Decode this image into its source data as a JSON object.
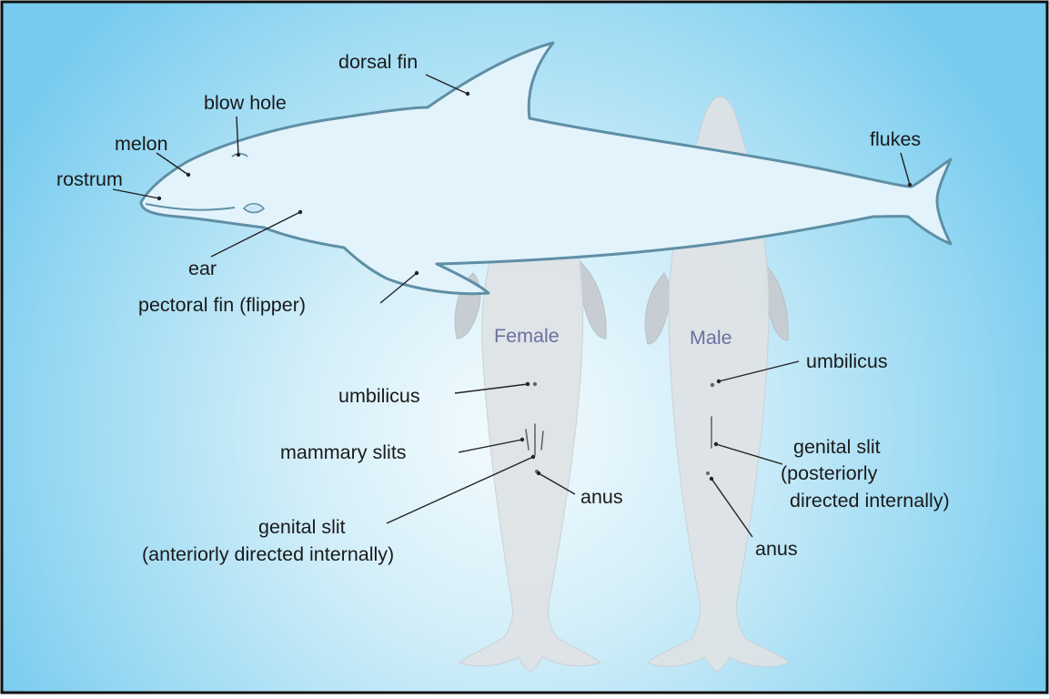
{
  "colors": {
    "background_center": "#f4fbfe",
    "background_edge": "#77cbee",
    "dolphin_side_fill": "#e3f3fb",
    "dolphin_side_outline": "#5f8fa6",
    "dolphin_ventral_fill": "#dfe3e6",
    "label_text": "#1a1a1a",
    "sex_label_text": "#6f6fa0"
  },
  "labels": {
    "side_view": {
      "dorsal_fin": "dorsal fin",
      "blow_hole": "blow hole",
      "melon": "melon",
      "rostrum": "rostrum",
      "ear": "ear",
      "pectoral_fin": "pectoral fin (flipper)",
      "flukes": "flukes"
    },
    "female": {
      "title": "Female",
      "umbilicus": "umbilicus",
      "mammary_slits": "mammary slits",
      "anus": "anus",
      "genital_slit_line1": "genital slit",
      "genital_slit_line2": "(anteriorly directed internally)"
    },
    "male": {
      "title": "Male",
      "umbilicus": "umbilicus",
      "genital_slit_line1": "genital slit",
      "genital_slit_line2": "(posteriorly",
      "genital_slit_line3": "directed internally)",
      "anus": "anus"
    }
  }
}
